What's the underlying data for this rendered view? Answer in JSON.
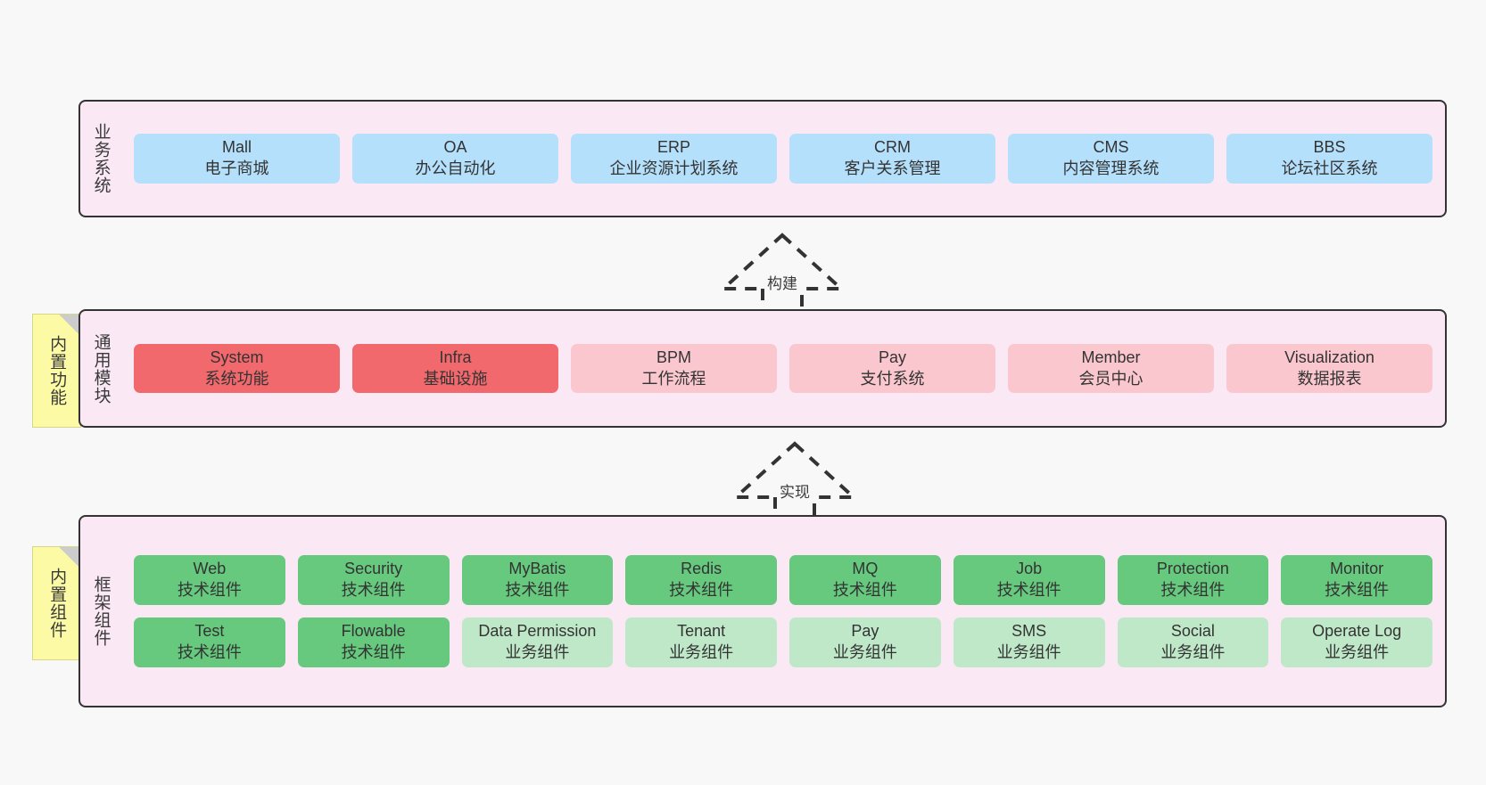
{
  "diagram": {
    "background": "#f8f8f8",
    "layers": [
      {
        "key": "business",
        "title": "业务系统",
        "color": "#b5e0fb",
        "rows": [
          [
            {
              "en": "Mall",
              "cn": "电子商城",
              "style": "blue"
            },
            {
              "en": "OA",
              "cn": "办公自动化",
              "style": "blue"
            },
            {
              "en": "ERP",
              "cn": "企业资源计划系统",
              "style": "blue"
            },
            {
              "en": "CRM",
              "cn": "客户关系管理",
              "style": "blue"
            },
            {
              "en": "CMS",
              "cn": "内容管理系统",
              "style": "blue"
            },
            {
              "en": "BBS",
              "cn": "论坛社区系统",
              "style": "blue"
            }
          ]
        ]
      },
      {
        "key": "common",
        "title": "通用模块",
        "note": "内置功能",
        "rows": [
          [
            {
              "en": "System",
              "cn": "系统功能",
              "style": "red"
            },
            {
              "en": "Infra",
              "cn": "基础设施",
              "style": "red"
            },
            {
              "en": "BPM",
              "cn": "工作流程",
              "style": "pink"
            },
            {
              "en": "Pay",
              "cn": "支付系统",
              "style": "pink"
            },
            {
              "en": "Member",
              "cn": "会员中心",
              "style": "pink"
            },
            {
              "en": "Visualization",
              "cn": "数据报表",
              "style": "pink"
            }
          ]
        ]
      },
      {
        "key": "framework",
        "title": "框架组件",
        "note": "内置组件",
        "rows": [
          [
            {
              "en": "Web",
              "cn": "技术组件",
              "style": "green"
            },
            {
              "en": "Security",
              "cn": "技术组件",
              "style": "green"
            },
            {
              "en": "MyBatis",
              "cn": "技术组件",
              "style": "green"
            },
            {
              "en": "Redis",
              "cn": "技术组件",
              "style": "green"
            },
            {
              "en": "MQ",
              "cn": "技术组件",
              "style": "green"
            },
            {
              "en": "Job",
              "cn": "技术组件",
              "style": "green"
            },
            {
              "en": "Protection",
              "cn": "技术组件",
              "style": "green"
            },
            {
              "en": "Monitor",
              "cn": "技术组件",
              "style": "green"
            }
          ],
          [
            {
              "en": "Test",
              "cn": "技术组件",
              "style": "green"
            },
            {
              "en": "Flowable",
              "cn": "技术组件",
              "style": "green"
            },
            {
              "en": "Data Permission",
              "cn": "业务组件",
              "style": "ltgreen",
              "wrap": true
            },
            {
              "en": "Tenant",
              "cn": "业务组件",
              "style": "ltgreen"
            },
            {
              "en": "Pay",
              "cn": "业务组件",
              "style": "ltgreen"
            },
            {
              "en": "SMS",
              "cn": "业务组件",
              "style": "ltgreen"
            },
            {
              "en": "Social",
              "cn": "业务组件",
              "style": "ltgreen"
            },
            {
              "en": "Operate Log",
              "cn": "业务组件",
              "style": "ltgreen"
            }
          ]
        ]
      }
    ],
    "arrows": [
      {
        "key": "build",
        "label": "构建"
      },
      {
        "key": "implement",
        "label": "实现"
      }
    ]
  }
}
